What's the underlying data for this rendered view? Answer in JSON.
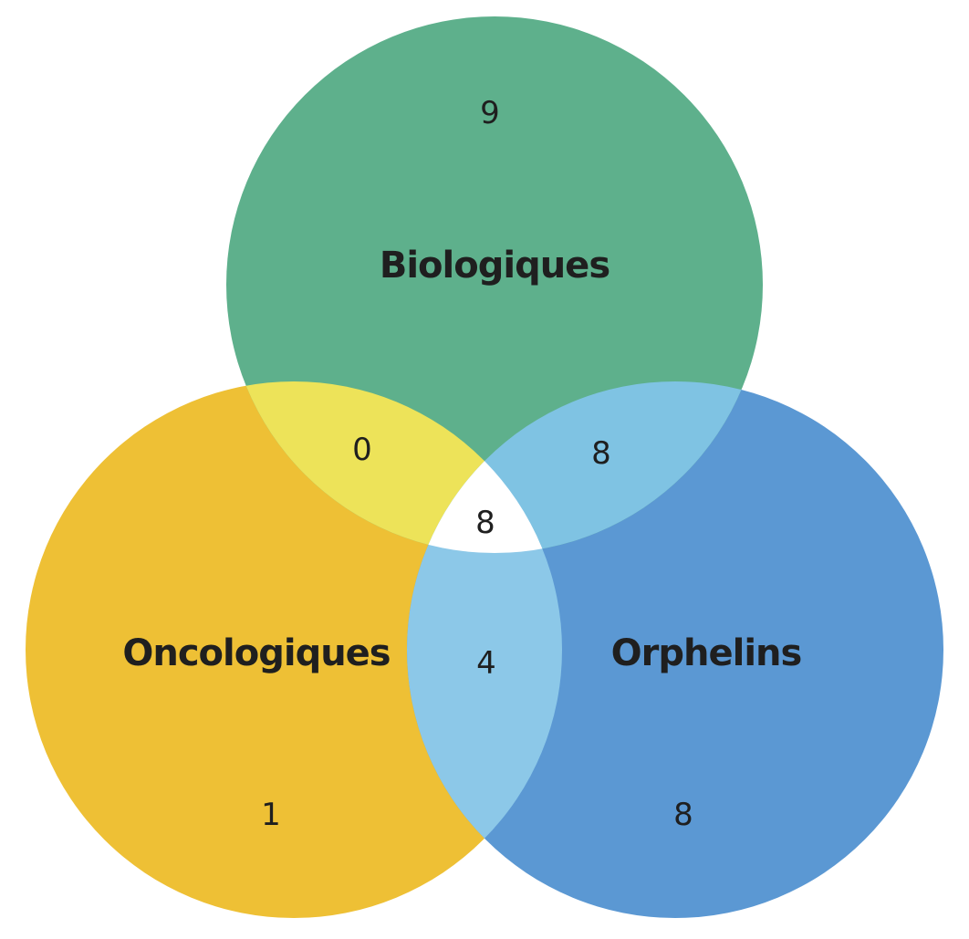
{
  "sets": {
    "biologiques": {
      "label": "Biologiques",
      "color": "#5eb08c"
    },
    "oncologiques": {
      "label": "Oncologiques",
      "color": "#eec035"
    },
    "orphelins": {
      "label": "Orphelins",
      "color": "#5b98d3"
    }
  },
  "overlap_colors": {
    "bio_onco": "#ede359",
    "bio_orph": "#7fc3e3",
    "onco_orph": "#8cc8e8",
    "all": "#ffffff"
  },
  "counts": {
    "bio_only": "9",
    "onco_only": "1",
    "orph_only": "8",
    "bio_onco": "0",
    "bio_orph": "8",
    "onco_orph": "4",
    "all": "8"
  }
}
